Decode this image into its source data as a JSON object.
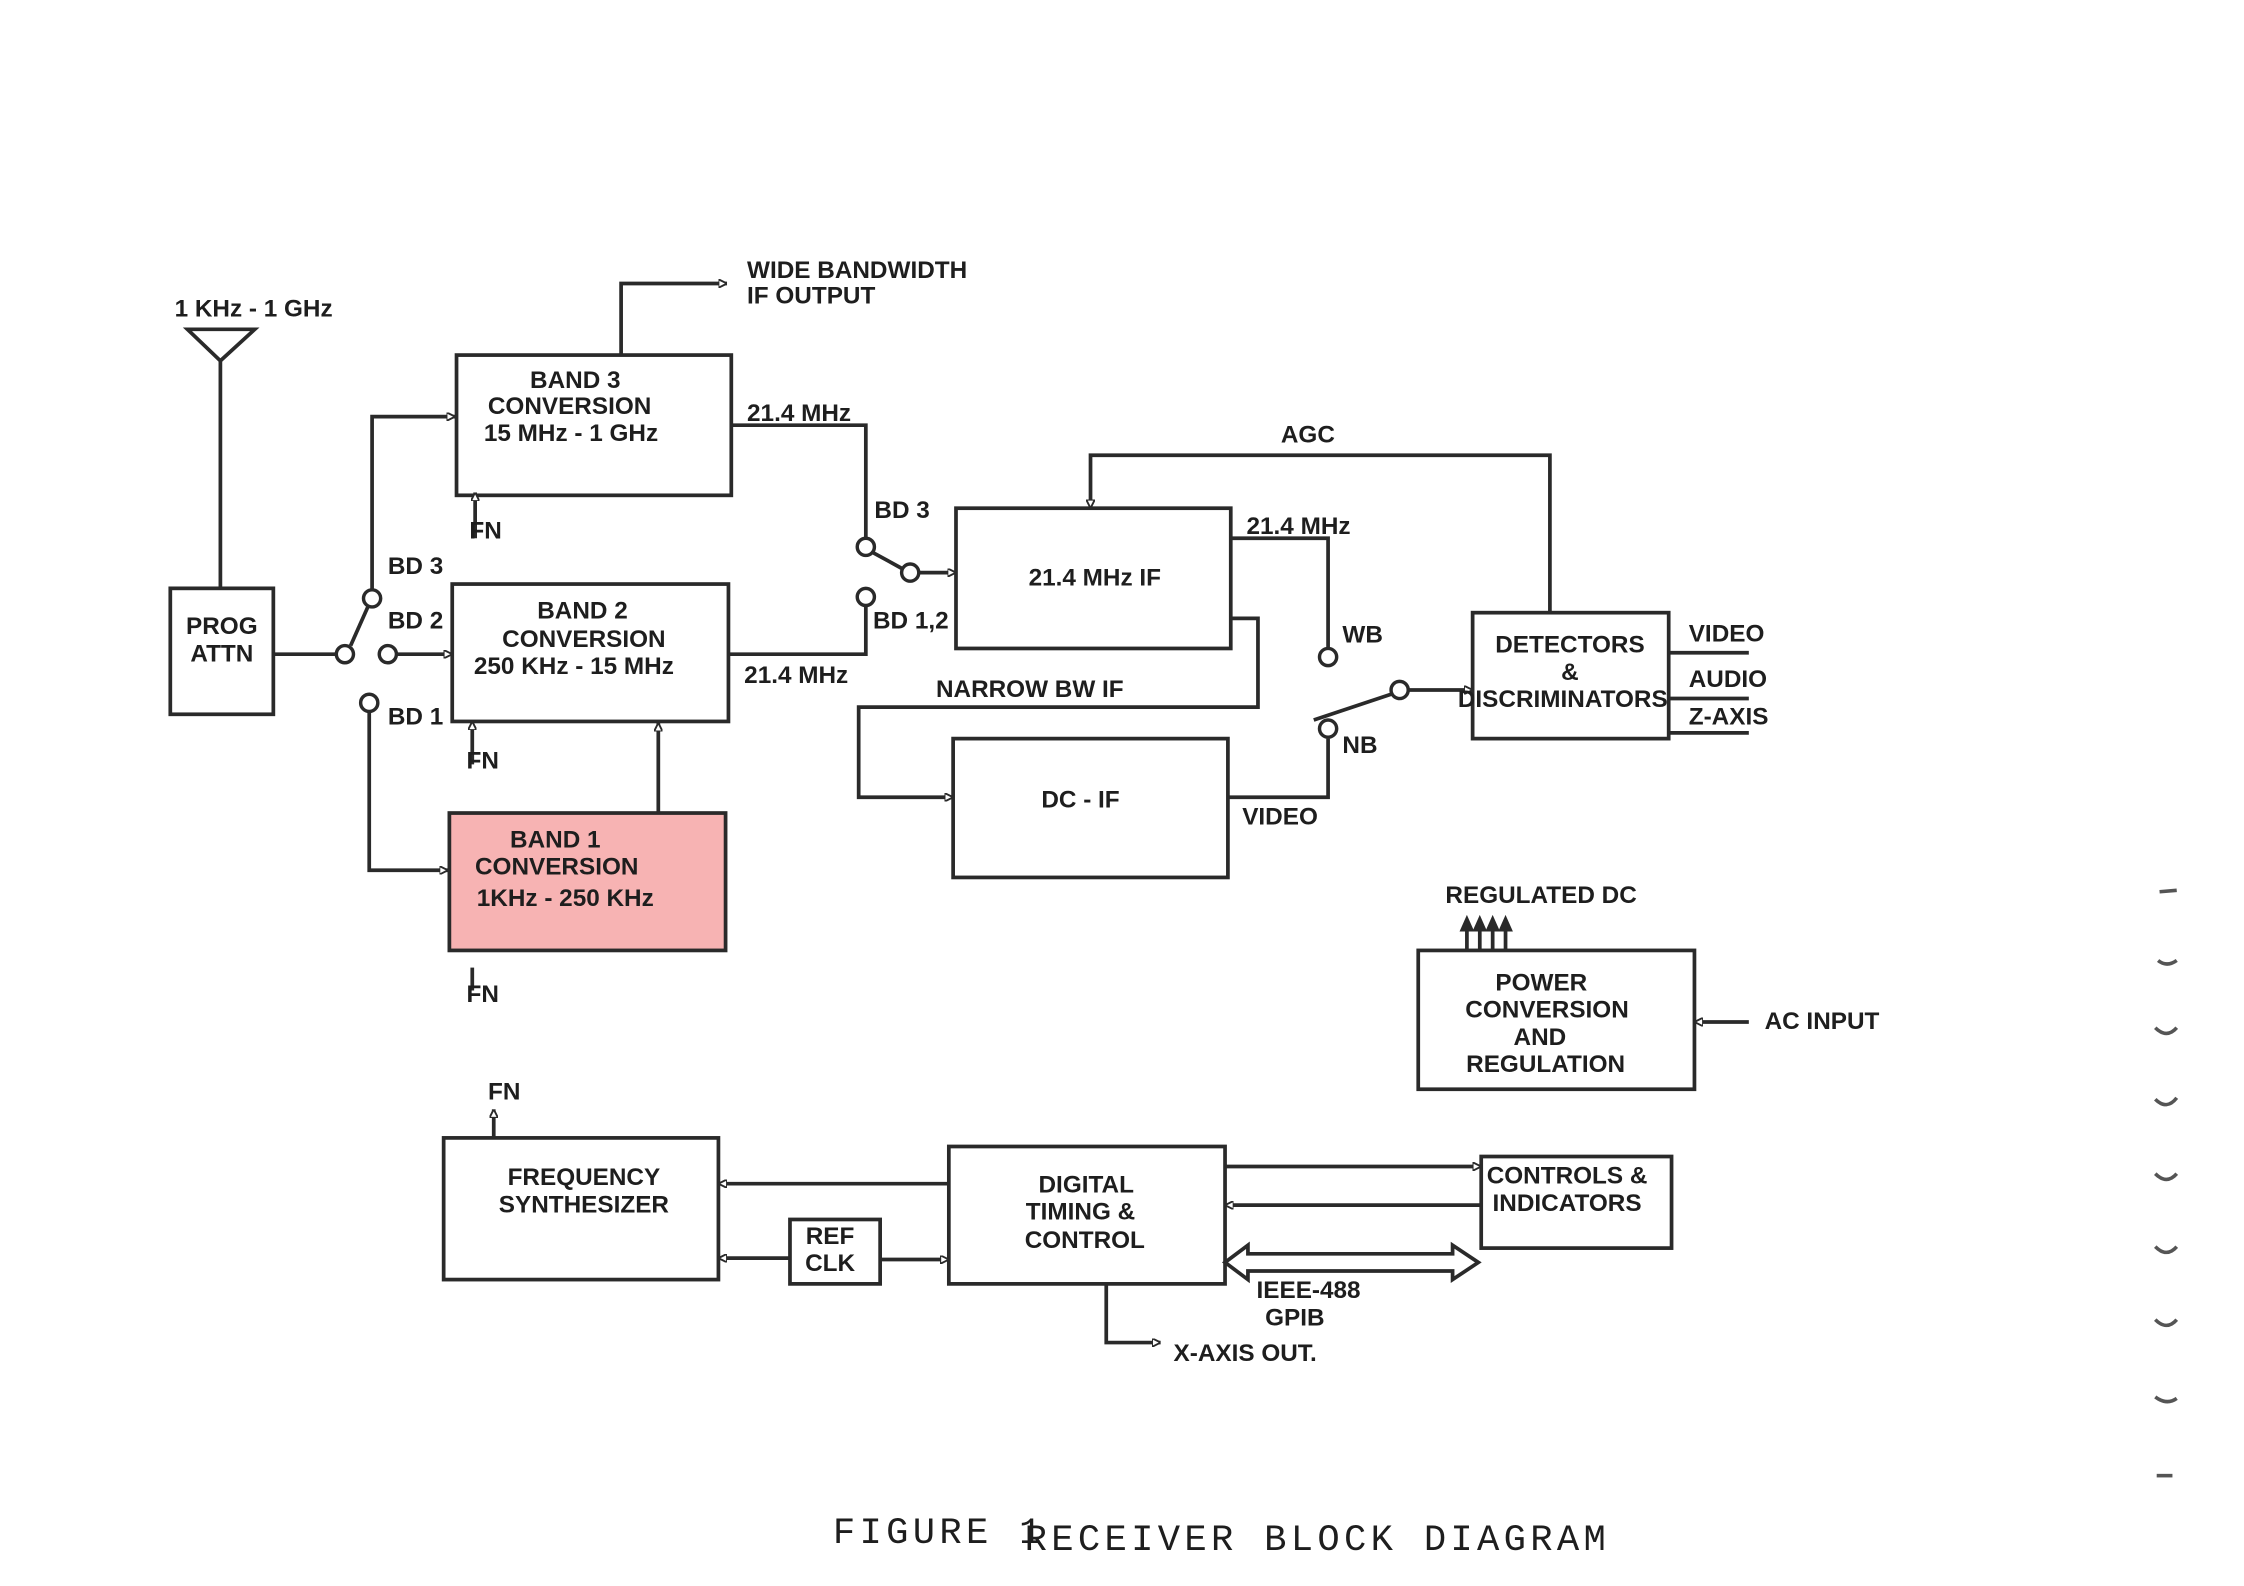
{
  "diagram": {
    "input_label": "1 KHz - 1 GHz",
    "prog_attn": [
      "PROG",
      "ATTN"
    ],
    "band3": [
      "BAND 3",
      "CONVERSION",
      "15 MHz - 1 GHz"
    ],
    "band2": [
      "BAND 2",
      "CONVERSION",
      "250 KHz - 15 MHz"
    ],
    "band1": [
      "BAND 1",
      "CONVERSION",
      "1KHz - 250 KHz"
    ],
    "band1_highlight_color": "#f7b3b3",
    "fn": "FN",
    "bd3": "BD 3",
    "bd2": "BD 2",
    "bd1": "BD 1",
    "bd12": "BD 1,2",
    "if_out": [
      "WIDE BANDWIDTH",
      "IF OUTPUT"
    ],
    "if_freq": "21.4 MHz",
    "if_block": "21.4 MHz IF",
    "agc": "AGC",
    "wb": "WB",
    "nb": "NB",
    "narrow_if": "NARROW BW IF",
    "dc_if": "DC - IF",
    "video": "VIDEO",
    "detectors": [
      "DETECTORS",
      "&",
      "DISCRIMINATORS"
    ],
    "out_video": "VIDEO",
    "out_audio": "AUDIO",
    "out_zaxis": "Z-AXIS",
    "regulated_dc": "REGULATED DC",
    "power": [
      "POWER",
      "CONVERSION",
      "AND",
      "REGULATION"
    ],
    "ac_input": "AC INPUT",
    "synth": [
      "FREQUENCY",
      "SYNTHESIZER"
    ],
    "ref_clk": [
      "REF",
      "CLK"
    ],
    "digital": [
      "DIGITAL",
      "TIMING &",
      "CONTROL"
    ],
    "controls": [
      "CONTROLS &",
      "INDICATORS"
    ],
    "ieee": [
      "IEEE-488",
      "GPIB"
    ],
    "x_axis": "X-AXIS OUT."
  },
  "caption": {
    "figure": "FIGURE 1",
    "title": "RECEIVER BLOCK DIAGRAM"
  }
}
